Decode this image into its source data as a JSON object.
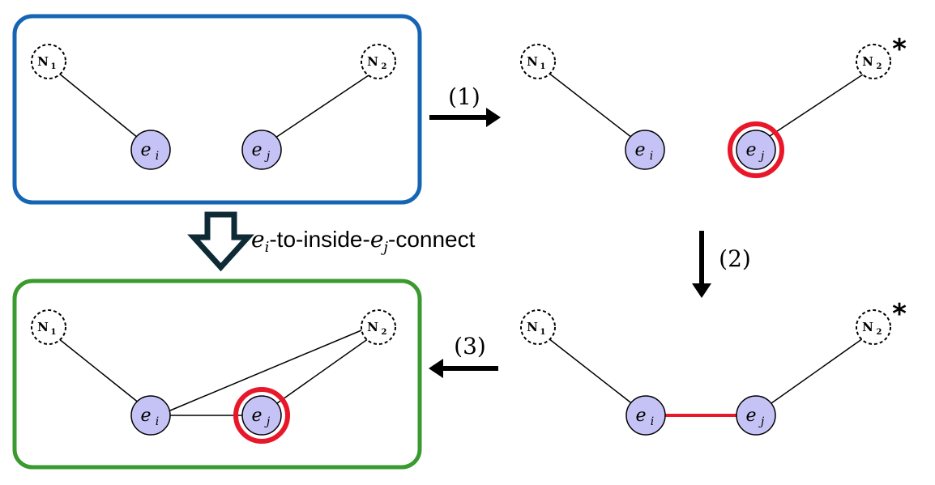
{
  "panels": {
    "initial": {
      "border_color": "#1565b4"
    },
    "result": {
      "border_color": "#3a9a2e"
    }
  },
  "nodes": {
    "e_i": {
      "base": "e",
      "sub": "i"
    },
    "e_j": {
      "base": "e",
      "sub": "j"
    },
    "n1": {
      "base": "N",
      "sub": "1"
    },
    "n2": {
      "base": "N",
      "sub": "2"
    }
  },
  "steps": {
    "step1": "(1)",
    "step2": "(2)",
    "step3": "(3)"
  },
  "operation": {
    "pre": "e",
    "pre_sub": "i",
    "mid": "-to-inside-",
    "post": "e",
    "post_sub": "j",
    "tail": "-connect"
  },
  "marker": {
    "star": "*"
  },
  "colors": {
    "node_fill": "#c5c3f5",
    "highlight": "#e8172a",
    "edge": "#000000",
    "arrow": "#000000",
    "big_arrow": "#0d2a35"
  }
}
